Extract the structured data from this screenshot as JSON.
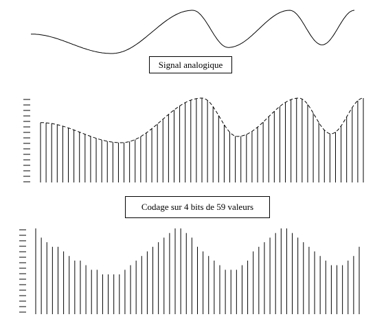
{
  "labels": {
    "analog": "Signal analogique",
    "coding": "Codage sur 4 bits de 59 valeurs"
  },
  "quantization": {
    "bits": 4,
    "samples": 59,
    "levels": [
      15,
      13,
      12,
      11,
      11,
      10,
      9,
      8,
      8,
      7,
      6,
      6,
      5,
      5,
      5,
      5,
      6,
      7,
      8,
      9,
      10,
      11,
      12,
      13,
      14,
      15,
      15,
      14,
      13,
      11,
      10,
      9,
      8,
      7,
      6,
      6,
      6,
      7,
      8,
      10,
      11,
      12,
      13,
      14,
      15,
      15,
      14,
      13,
      12,
      11,
      10,
      9,
      8,
      7,
      7,
      7,
      8,
      9,
      11
    ]
  },
  "colors": {
    "ink": "#000000",
    "background": "#ffffff"
  }
}
